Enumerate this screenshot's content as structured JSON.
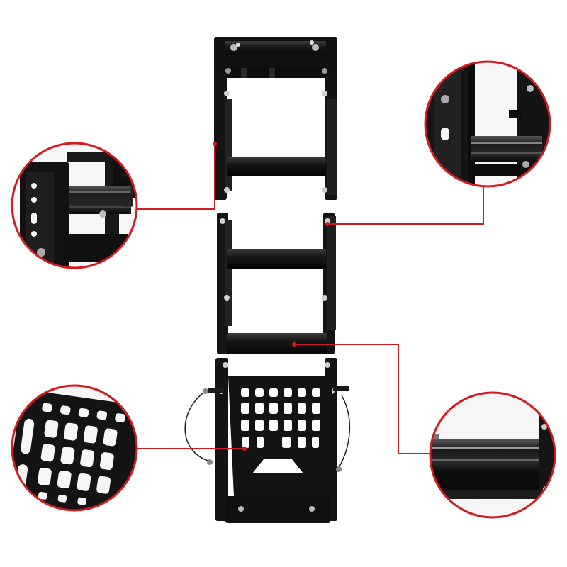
{
  "product": {
    "subject": "folding-ladder",
    "detail_callouts": [
      {
        "id": "hinge-bracket",
        "icon": "hinge-bracket-icon"
      },
      {
        "id": "top-rail",
        "icon": "rail-icon"
      },
      {
        "id": "perforated-panel",
        "icon": "molle-panel-icon"
      },
      {
        "id": "step-rung",
        "icon": "step-icon"
      }
    ]
  },
  "colors": {
    "background": "#ffffff",
    "metal": "#141414",
    "metal_highlight": "#3a3a3a",
    "callout": "#d41a1f"
  }
}
